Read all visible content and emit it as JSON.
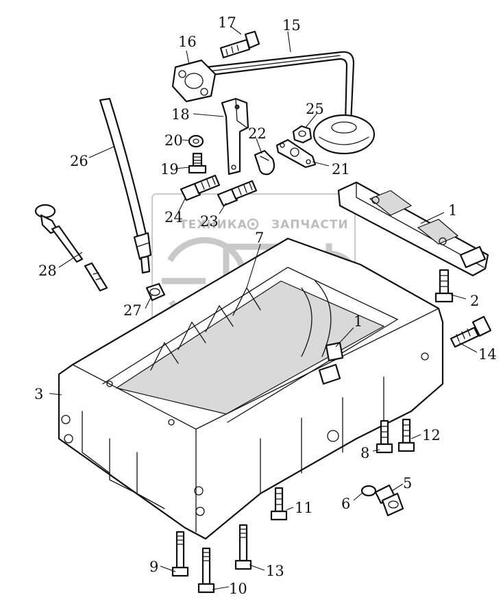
{
  "watermark": {
    "brand_left": "ТЕХНИКА",
    "brand_right": "ЗАПЧАСТИ",
    "logo_letters": "ЭПФ"
  },
  "callouts": [
    {
      "id": "c1",
      "label": "1"
    },
    {
      "id": "c1b",
      "label": "1"
    },
    {
      "id": "c2",
      "label": "2"
    },
    {
      "id": "c3",
      "label": "3"
    },
    {
      "id": "c5",
      "label": "5"
    },
    {
      "id": "c6",
      "label": "6"
    },
    {
      "id": "c7",
      "label": "7"
    },
    {
      "id": "c8",
      "label": "8"
    },
    {
      "id": "c9",
      "label": "9"
    },
    {
      "id": "c10",
      "label": "10"
    },
    {
      "id": "c11",
      "label": "11"
    },
    {
      "id": "c12",
      "label": "12"
    },
    {
      "id": "c13",
      "label": "13"
    },
    {
      "id": "c14",
      "label": "14"
    },
    {
      "id": "c15",
      "label": "15"
    },
    {
      "id": "c16",
      "label": "16"
    },
    {
      "id": "c17",
      "label": "17"
    },
    {
      "id": "c18",
      "label": "18"
    },
    {
      "id": "c19",
      "label": "19"
    },
    {
      "id": "c20",
      "label": "20"
    },
    {
      "id": "c21",
      "label": "21"
    },
    {
      "id": "c22",
      "label": "22"
    },
    {
      "id": "c23",
      "label": "23"
    },
    {
      "id": "c24",
      "label": "24"
    },
    {
      "id": "c25",
      "label": "25"
    },
    {
      "id": "c26",
      "label": "26"
    },
    {
      "id": "c27",
      "label": "27"
    },
    {
      "id": "c28",
      "label": "28"
    }
  ]
}
